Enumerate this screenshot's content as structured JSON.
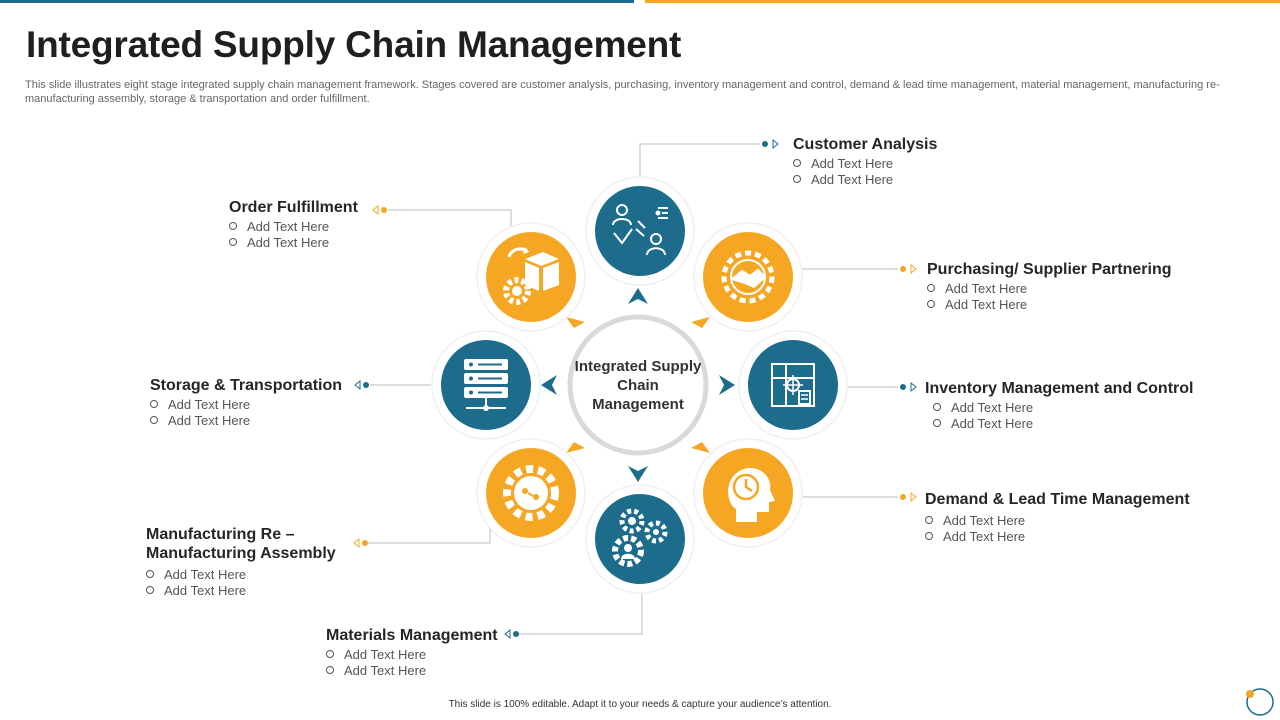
{
  "slide": {
    "title": "Integrated Supply Chain Management",
    "subtitle": "This slide illustrates eight stage integrated supply chain management framework. Stages covered are customer analysis, purchasing, inventory management and control, demand & lead time management, material management, manufacturing re-manufacturing assembly, storage & transportation and order fulfillment.",
    "footer": "This slide is 100% editable.  Adapt it to your needs & capture your audience’s attention."
  },
  "hub": {
    "label": "Integrated Supply Chain Management"
  },
  "colors": {
    "blue": "#1d6c8c",
    "orange": "#f5a623",
    "ring": "#d9d9d9"
  },
  "stages": [
    {
      "title": "Customer Analysis",
      "icon": "customer-analysis-icon",
      "color": "blue",
      "items": [
        "Add Text Here",
        "Add Text Here"
      ]
    },
    {
      "title": "Purchasing/ Supplier Partnering",
      "icon": "handshake-gear-icon",
      "color": "orange",
      "items": [
        "Add Text Here",
        "Add Text Here"
      ]
    },
    {
      "title": "Inventory Management and Control",
      "icon": "inventory-box-icon",
      "color": "blue",
      "items": [
        "Add Text Here",
        "Add Text Here"
      ]
    },
    {
      "title": "Demand & Lead Time Management",
      "icon": "head-clock-icon",
      "color": "orange",
      "items": [
        "Add Text Here",
        "Add Text Here"
      ]
    },
    {
      "title": "Materials Management",
      "icon": "gears-person-icon",
      "color": "blue",
      "items": [
        "Add Text Here",
        "Add Text Here"
      ]
    },
    {
      "title": "Manufacturing Re –",
      "title2": "Manufacturing Assembly",
      "icon": "gear-cycle-icon",
      "color": "orange",
      "items": [
        "Add Text Here",
        "Add Text Here"
      ]
    },
    {
      "title": "Storage & Transportation",
      "icon": "server-icon",
      "color": "blue",
      "items": [
        "Add Text Here",
        "Add Text Here"
      ]
    },
    {
      "title": "Order Fulfillment",
      "icon": "package-gear-icon",
      "color": "orange",
      "items": [
        "Add Text Here",
        "Add Text Here"
      ]
    }
  ]
}
